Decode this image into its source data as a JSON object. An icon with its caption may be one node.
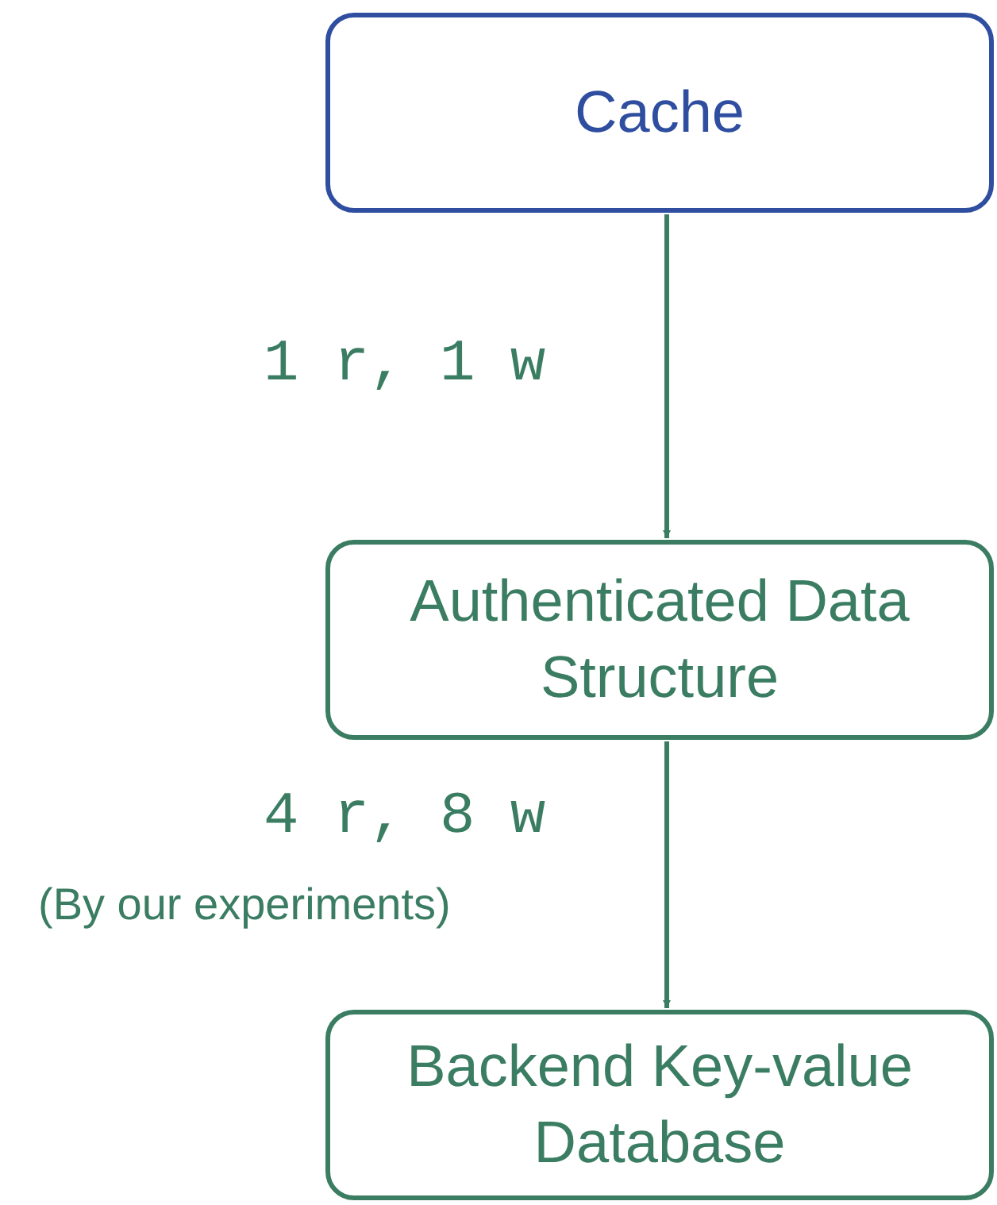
{
  "diagram": {
    "nodes": [
      {
        "text": [
          "Cache"
        ]
      },
      {
        "text": [
          "Authenticated Data Structure"
        ]
      },
      {
        "text": [
          "Backend Key-value Database"
        ]
      }
    ],
    "edges": [
      {
        "from": 0,
        "to": 1,
        "arrow": "to",
        "label": "1 r, 1 w"
      },
      {
        "from": 1,
        "to": 2,
        "arrow": "to",
        "label": "4 r, 8 w"
      }
    ],
    "labels": [
      "(By our experiments)"
    ]
  }
}
